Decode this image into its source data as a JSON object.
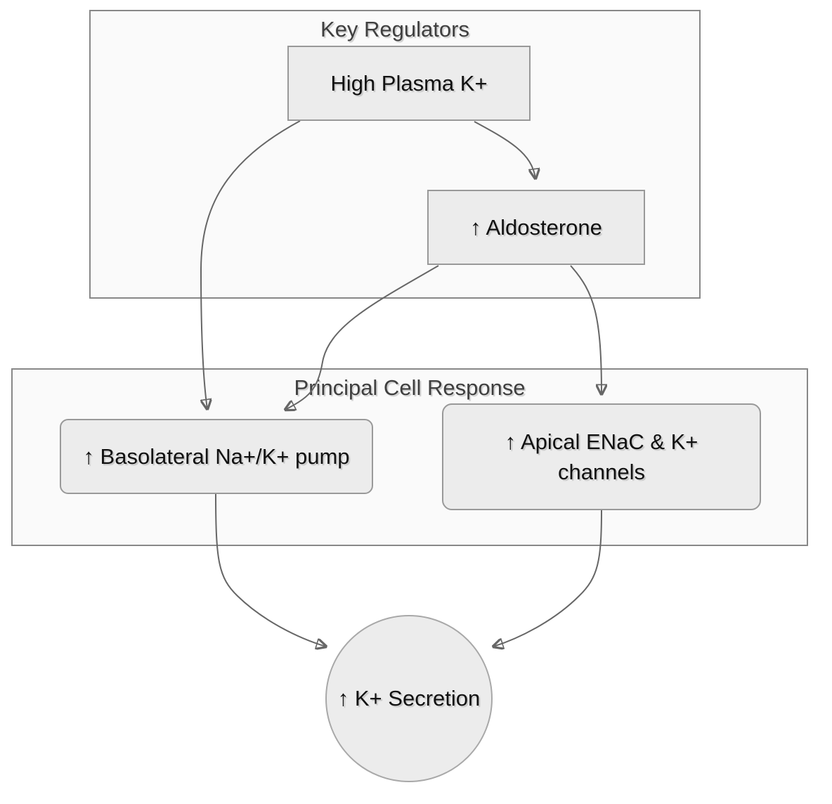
{
  "diagram": {
    "groups": [
      {
        "id": "key-regulators",
        "title": "Key Regulators"
      },
      {
        "id": "principal-cell-response",
        "title": "Principal Cell Response"
      }
    ],
    "nodes": [
      {
        "id": "high-plasma-k",
        "label": "High Plasma K+",
        "shape": "rect",
        "group": "Key Regulators"
      },
      {
        "id": "aldosterone",
        "label": "↑ Aldosterone",
        "shape": "rect",
        "group": "Key Regulators"
      },
      {
        "id": "basolateral-pump",
        "label": "↑ Basolateral Na+/K+ pump",
        "shape": "rounded-rect",
        "group": "Principal Cell Response"
      },
      {
        "id": "apical-enac",
        "label": "↑ Apical ENaC & K+ channels",
        "line1": "↑ Apical ENaC & K+",
        "line2": "channels",
        "shape": "rounded-rect",
        "group": "Principal Cell Response"
      },
      {
        "id": "k-secretion",
        "label": "↑ K+ Secretion",
        "shape": "circle",
        "group": null
      }
    ],
    "edges": [
      {
        "from": "high-plasma-k",
        "to": "basolateral-pump"
      },
      {
        "from": "high-plasma-k",
        "to": "aldosterone"
      },
      {
        "from": "aldosterone",
        "to": "basolateral-pump"
      },
      {
        "from": "aldosterone",
        "to": "apical-enac"
      },
      {
        "from": "basolateral-pump",
        "to": "k-secretion"
      },
      {
        "from": "apical-enac",
        "to": "k-secretion"
      }
    ],
    "colors": {
      "background": "#ffffff",
      "group_fill": "#fafafa",
      "group_border": "#888888",
      "node_fill": "#ececec",
      "node_border": "#999999",
      "circle_border": "#a8a8a8",
      "edge": "#666666",
      "title_text": "#3f3f3f",
      "node_text": "#111111"
    }
  }
}
